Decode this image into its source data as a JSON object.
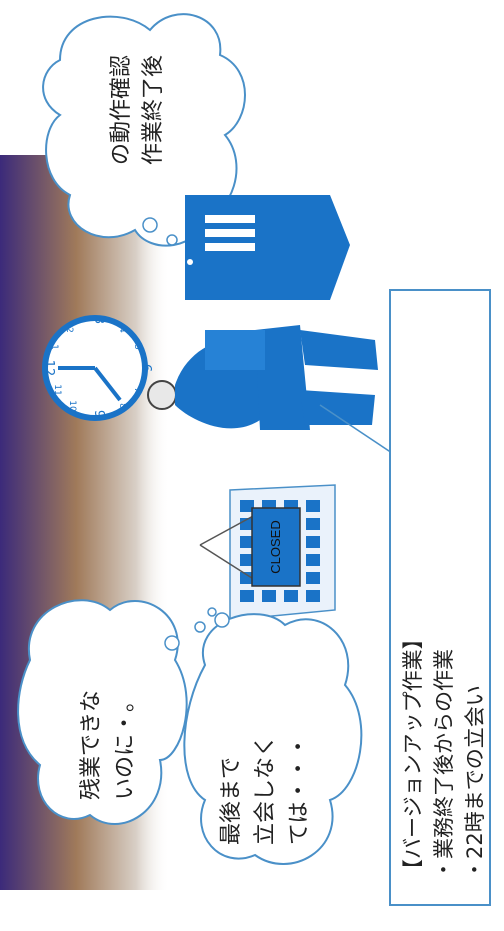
{
  "thoughts": {
    "top": [
      "作業終了後",
      "の動作確認"
    ],
    "left_bottom": [
      "残業できな",
      "いのに・。"
    ],
    "bottom": [
      "最後まで",
      "立会しなく",
      "ては・・・"
    ]
  },
  "sign": {
    "label": "CLOSED"
  },
  "clock": {
    "numbers": [
      "12",
      "1",
      "2",
      "3",
      "4",
      "5",
      "6",
      "7",
      "8",
      "9",
      "10",
      "11"
    ]
  },
  "notice": {
    "lines": [
      "【バージョンアップ作業】",
      "・業務終了後からの作業",
      "・22時までの立会い"
    ]
  },
  "colors": {
    "accent": "#1a73c7",
    "dusk_top": "#3b2a7a",
    "dusk_mid": "#a07a5a",
    "box_border": "#4a90c8"
  },
  "icons": [
    "clock-icon",
    "server-icon",
    "person-icon",
    "building-icon",
    "closed-sign-icon",
    "thought-bubble-icon"
  ]
}
